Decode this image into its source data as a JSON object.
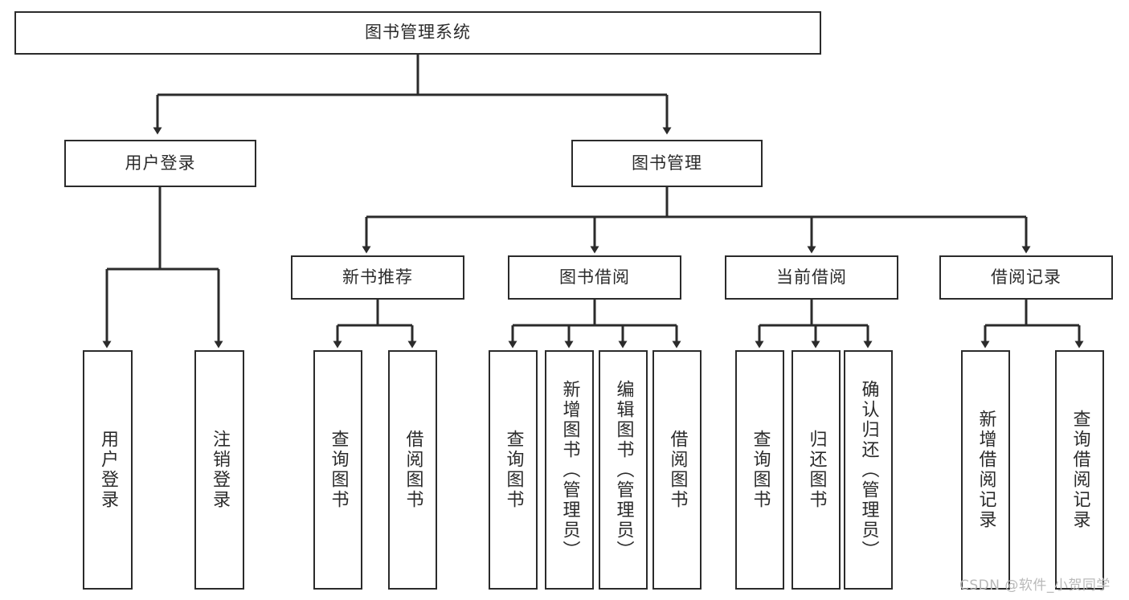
{
  "diagram": {
    "title": "图书管理系统",
    "type": "hierarchy-tree",
    "orientation": "top-down",
    "colors": {
      "box_border": "#2b2b2b",
      "box_fill": "#ffffff",
      "text": "#2b2b2b",
      "connector": "#2b2b2b",
      "watermark": "#b9b9b9",
      "background": "#ffffff"
    },
    "root": {
      "label": "图书管理系统"
    },
    "level2": [
      {
        "label": "用户登录"
      },
      {
        "label": "图书管理"
      }
    ],
    "level3": [
      {
        "label": "新书推荐"
      },
      {
        "label": "图书借阅"
      },
      {
        "label": "当前借阅"
      },
      {
        "label": "借阅记录"
      }
    ],
    "leaves": {
      "user_login": [
        {
          "label": "用户登录"
        },
        {
          "label": "注销登录"
        }
      ],
      "new_book_recommend": [
        {
          "label": "查询图书"
        },
        {
          "label": "借阅图书"
        }
      ],
      "book_borrow": [
        {
          "label": "查询图书"
        },
        {
          "label": "新增图书（管理员）"
        },
        {
          "label": "编辑图书（管理员）"
        },
        {
          "label": "借阅图书"
        }
      ],
      "current_borrow": [
        {
          "label": "查询图书"
        },
        {
          "label": "归还图书"
        },
        {
          "label": "确认归还（管理员）"
        }
      ],
      "borrow_record": [
        {
          "label": "新增借阅记录"
        },
        {
          "label": "查询借阅记录"
        }
      ]
    },
    "watermark": "CSDN @软件_小贺同学"
  }
}
